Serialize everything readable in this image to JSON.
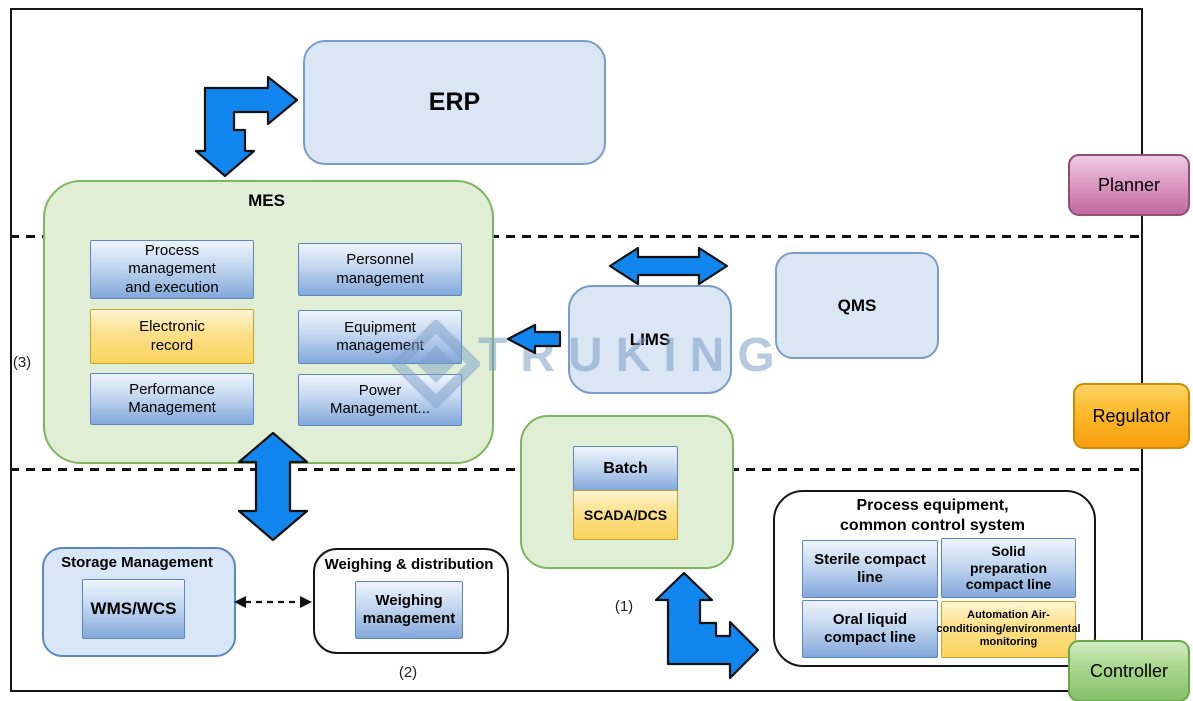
{
  "diagram": {
    "watermark": "TRUKING",
    "erp": {
      "label": "ERP"
    },
    "mes": {
      "title": "MES",
      "items": [
        {
          "label": "Process\nmanagement\nand execution",
          "type": "blue"
        },
        {
          "label": "Personnel\nmanagement",
          "type": "blue"
        },
        {
          "label": "Electronic\nrecord",
          "type": "yellow"
        },
        {
          "label": "Equipment\nmanagement",
          "type": "blue"
        },
        {
          "label": "Performance\nManagement",
          "type": "blue"
        },
        {
          "label": "Power\nManagement...",
          "type": "blue"
        }
      ]
    },
    "lims": {
      "label": "LIMS"
    },
    "qms": {
      "label": "QMS"
    },
    "batch_group": {
      "batch": "Batch",
      "scada": "SCADA/DCS"
    },
    "storage": {
      "title": "Storage Management",
      "item": "WMS/WCS"
    },
    "weighing": {
      "title": "Weighing & distribution",
      "item": "Weighing\nmanagement"
    },
    "process_equipment": {
      "title": "Process equipment,\ncommon control system",
      "items": [
        {
          "label": "Sterile compact\nline",
          "type": "blue"
        },
        {
          "label": "Solid\npreparation\ncompact line",
          "type": "blue"
        },
        {
          "label": "Oral liquid\ncompact line",
          "type": "blue"
        },
        {
          "label": "Automation Air-\nconditioning/environmental\nmonitoring",
          "type": "yellow"
        }
      ]
    },
    "roles": {
      "planner": "Planner",
      "regulator": "Regulator",
      "controller": "Controller"
    },
    "annotations": {
      "n1": "(1)",
      "n2": "(2)",
      "n3": "(3)"
    },
    "colors": {
      "arrow_blue": "#1086ee",
      "system_blue_fill": "#dbe6f5",
      "system_blue_border": "#7b9cc9",
      "green_fill": "#e0eed6",
      "green_border": "#7eb55e",
      "sub_blue_bottom": "#82a8da",
      "sub_yellow_bottom": "#fad45c",
      "planner_pink": "#c1699f",
      "regulator_orange": "#f89e0f",
      "controller_green": "#85c16b",
      "watermark_blue": "#7d9fc7"
    }
  }
}
